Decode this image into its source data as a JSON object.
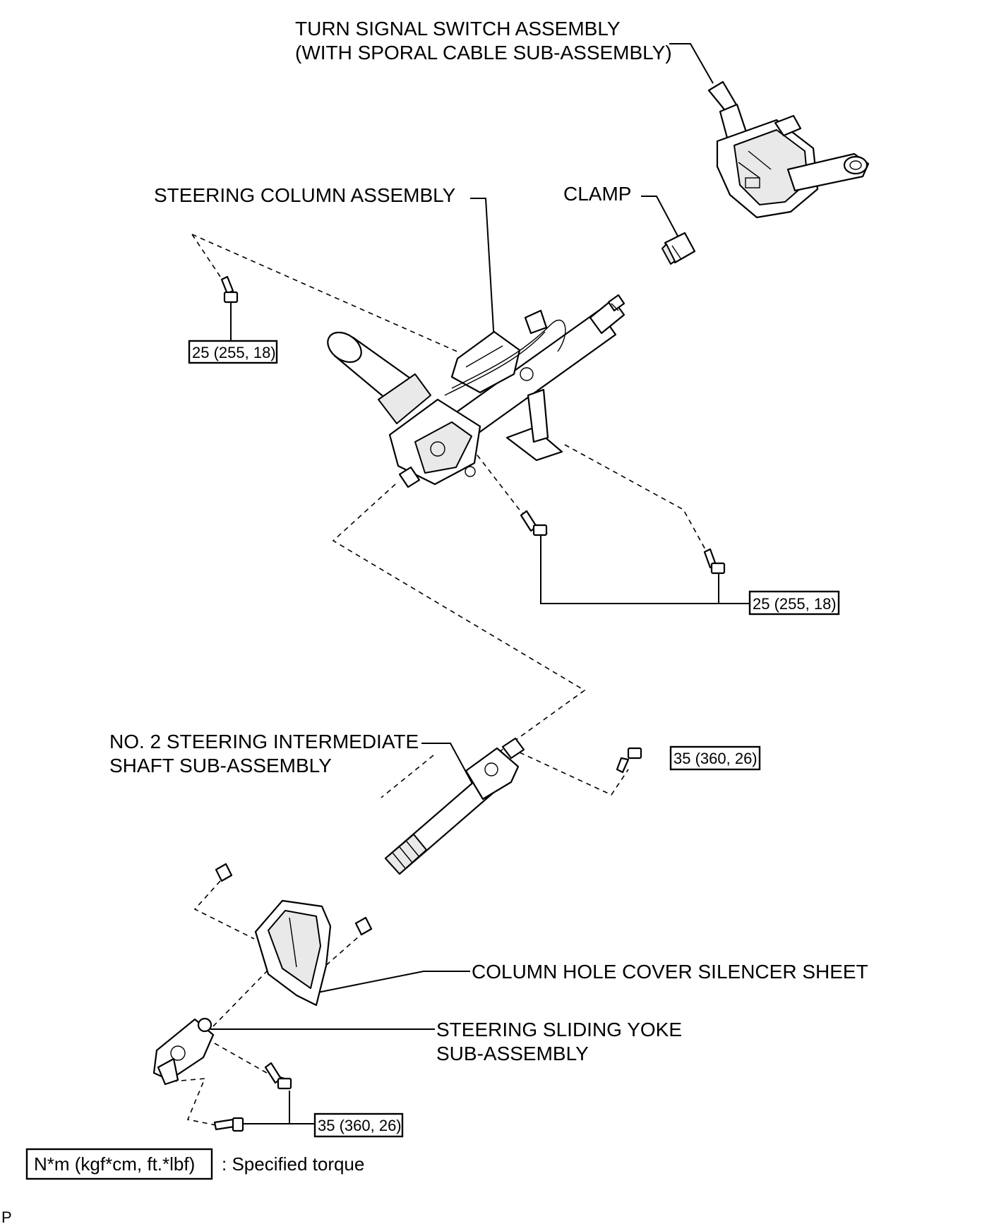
{
  "labels": {
    "turn_signal_line1": "TURN SIGNAL SWITCH ASSEMBLY",
    "turn_signal_line2": "(WITH SPORAL CABLE SUB-ASSEMBLY)",
    "steering_column": "STEERING COLUMN ASSEMBLY",
    "clamp": "CLAMP",
    "intermediate_shaft_line1": "NO. 2 STEERING INTERMEDIATE",
    "intermediate_shaft_line2": "SHAFT SUB-ASSEMBLY",
    "silencer_sheet": "COLUMN HOLE COVER SILENCER SHEET",
    "sliding_yoke_line1": "STEERING SLIDING YOKE",
    "sliding_yoke_line2": "SUB-ASSEMBLY"
  },
  "torques": {
    "column_upper": "25 (255, 18)",
    "column_lower": "25 (255, 18)",
    "intermediate_shaft": "35 (360, 26)",
    "sliding_yoke": "35 (360, 26)"
  },
  "legend": {
    "unit_box": "N*m (kgf*cm, ft.*lbf)",
    "description": ": Specified torque"
  },
  "corner_mark": "P"
}
